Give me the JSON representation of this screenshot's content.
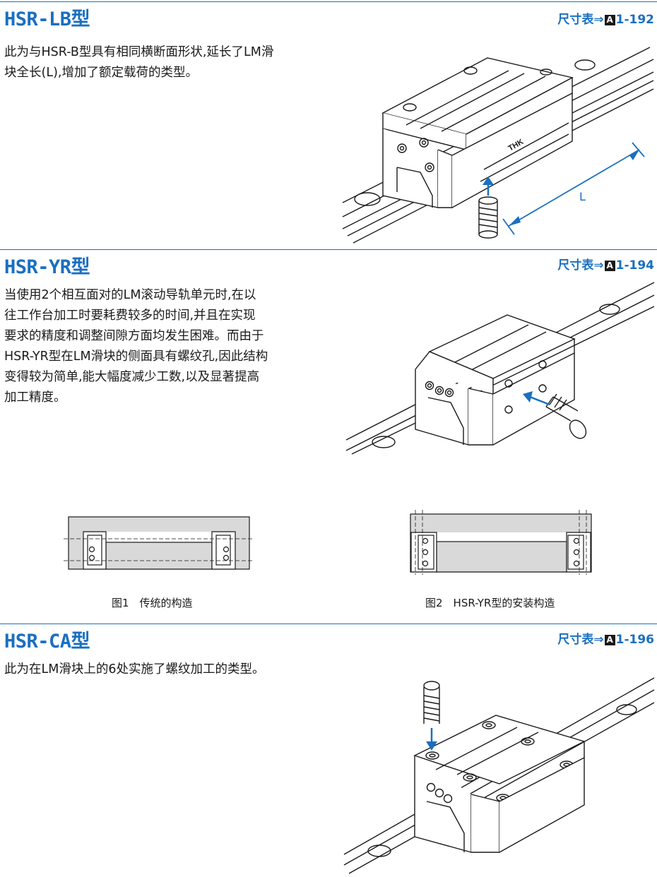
{
  "sections": [
    {
      "title": "HSR-LB型",
      "ref_label": "尺寸表⇒",
      "ref_icon": "A",
      "ref_page": "1-192",
      "description_lines": [
        "此为与HSR-B型具有相同横断面形状,延长了LM滑",
        "块全长(L),增加了额定载荷的类型。"
      ],
      "dimension_label": "L",
      "brand_mark": "THK"
    },
    {
      "title": "HSR-YR型",
      "ref_label": "尺寸表⇒",
      "ref_icon": "A",
      "ref_page": "1-194",
      "description_lines": [
        "当使用2个相互面对的LM滚动导轨单元时,在以",
        "往工作台加工时要耗费较多的时间,并且在实现",
        "要求的精度和调整间隙方面均发生困难。而由于",
        "HSR-YR型在LM滑块的侧面具有螺纹孔,因此结构",
        "变得较为简单,能大幅度减少工数,以及显著提高",
        "加工精度。"
      ]
    },
    {
      "title": "HSR-CA型",
      "ref_label": "尺寸表⇒",
      "ref_icon": "A",
      "ref_page": "1-196",
      "description_lines": [
        "此为在LM滑块上的6处实施了螺纹加工的类型。"
      ]
    }
  ],
  "figures": [
    {
      "caption": "图1　传统的构造"
    },
    {
      "caption": "图2　HSR-YR型的安装构造"
    }
  ],
  "colors": {
    "accent": "#1a6fc0",
    "text": "#1a1a1a",
    "gray_fill": "#d9d9d9"
  }
}
